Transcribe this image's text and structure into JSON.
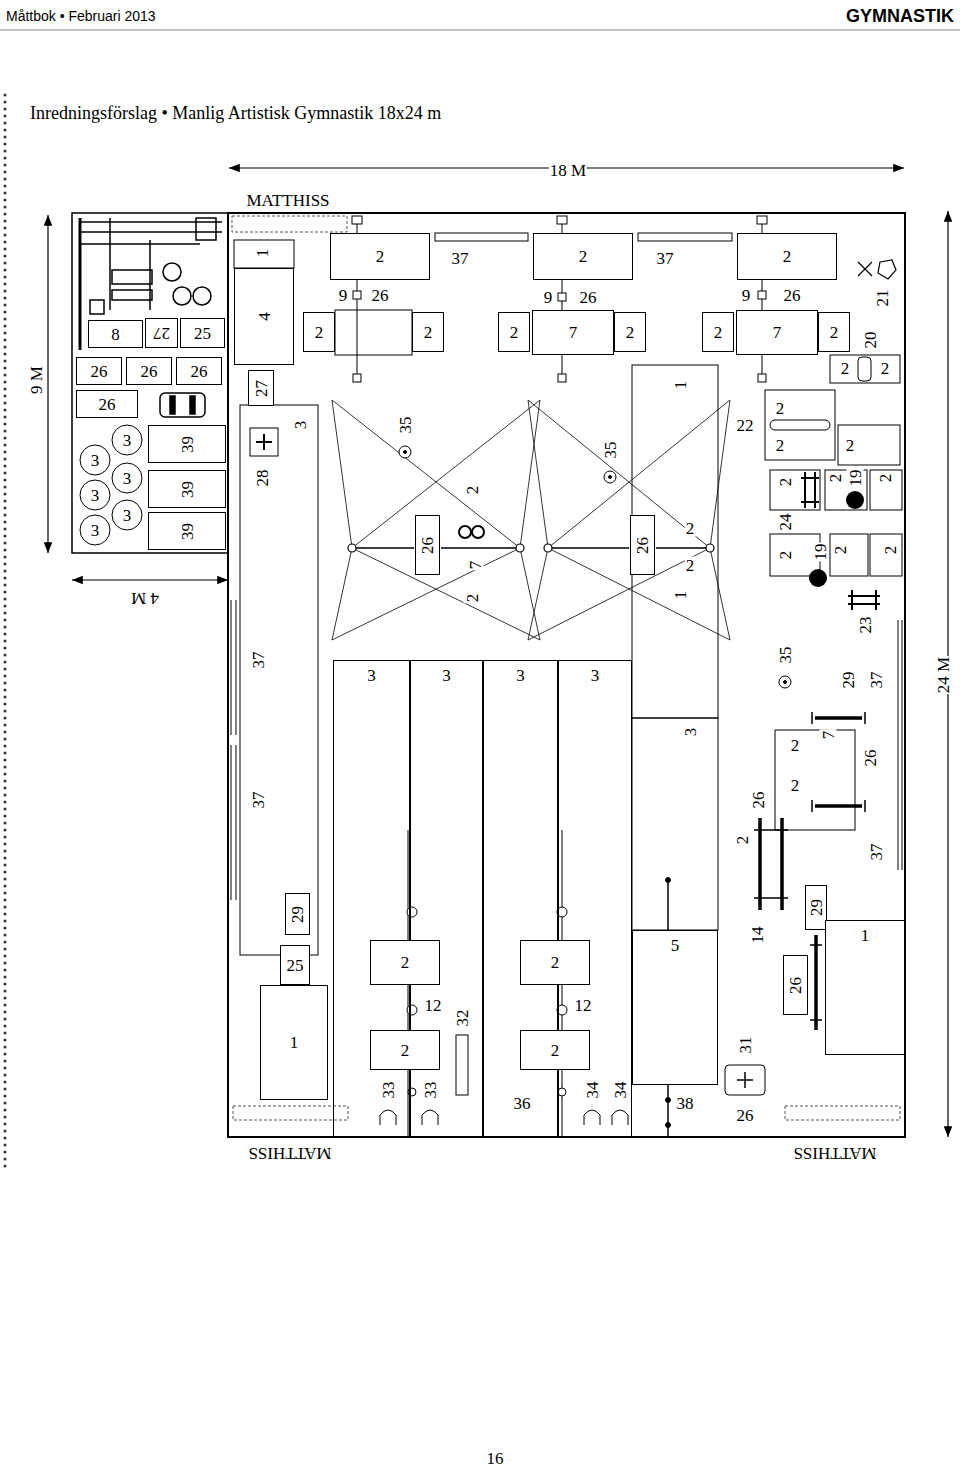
{
  "diagram": {
    "title": "Inredningsförslag • Manlig Artistisk Gymnastik 18x24 m",
    "nodes": [
      {
        "text": [
          "8"
        ]
      },
      {
        "text": [
          "27"
        ]
      },
      {
        "text": [
          "25"
        ]
      },
      {
        "text": [
          "26"
        ]
      },
      {
        "text": [
          "26"
        ]
      },
      {
        "text": [
          "26"
        ]
      },
      {
        "text": [
          "26"
        ]
      },
      {
        "text": [
          "3"
        ]
      },
      {
        "text": [
          "39"
        ]
      },
      {
        "text": [
          "3"
        ]
      },
      {
        "text": [
          "3"
        ]
      },
      {
        "text": [
          "39"
        ]
      },
      {
        "text": [
          "3"
        ]
      },
      {
        "text": [
          "3"
        ]
      },
      {
        "text": [
          "3"
        ]
      },
      {
        "text": [
          "39"
        ]
      },
      {
        "text": [
          "4"
        ]
      },
      {
        "text": [
          "27"
        ]
      },
      {
        "text": [
          "29"
        ]
      },
      {
        "text": [
          "25"
        ]
      },
      {
        "text": [
          "1"
        ]
      },
      {
        "text": [
          "2"
        ]
      },
      {
        "text": [
          "2"
        ]
      },
      {
        "text": [
          "2"
        ]
      },
      {
        "text": [
          "2"
        ]
      },
      {
        "text": [
          "2"
        ]
      },
      {
        "text": [
          "2"
        ]
      },
      {
        "text": [
          "7"
        ]
      },
      {
        "text": [
          "2"
        ]
      },
      {
        "text": [
          "2"
        ]
      },
      {
        "text": [
          "7"
        ]
      },
      {
        "text": [
          "2"
        ]
      },
      {
        "text": [
          "26"
        ]
      },
      {
        "text": [
          "26"
        ]
      },
      {
        "text": [
          "3"
        ]
      },
      {
        "text": [
          "3"
        ]
      },
      {
        "text": [
          "3"
        ]
      },
      {
        "text": [
          "3"
        ]
      },
      {
        "text": [
          "2"
        ]
      },
      {
        "text": [
          "2"
        ]
      },
      {
        "text": [
          "2"
        ]
      },
      {
        "text": [
          "2"
        ]
      },
      {
        "text": [
          "5"
        ]
      },
      {
        "text": [
          "29"
        ]
      },
      {
        "text": [
          "26"
        ]
      },
      {
        "text": [
          "1"
        ]
      }
    ],
    "labels": [
      "Måttbok • Februari 2013",
      "GYMNASTIK",
      "18 M",
      "MATTHISS",
      "9 M",
      "4 M",
      "24 M",
      "MATTHISS",
      "MATTHISS",
      "16",
      "1",
      "28",
      "3",
      "37",
      "37",
      "37",
      "37",
      "9",
      "26",
      "9",
      "26",
      "9",
      "26",
      "35",
      "35",
      "2",
      "7",
      "2",
      "1",
      "2",
      "2",
      "1",
      "21",
      "20",
      "2",
      "2",
      "22",
      "2",
      "2",
      "2",
      "2",
      "2",
      "19",
      "2",
      "24",
      "2",
      "19",
      "2",
      "2",
      "23",
      "3",
      "12",
      "32",
      "33",
      "33",
      "36",
      "12",
      "34",
      "34",
      "38",
      "35",
      "29",
      "37",
      "2",
      "7",
      "2",
      "26",
      "26",
      "2",
      "37",
      "14",
      "31",
      "26"
    ]
  }
}
